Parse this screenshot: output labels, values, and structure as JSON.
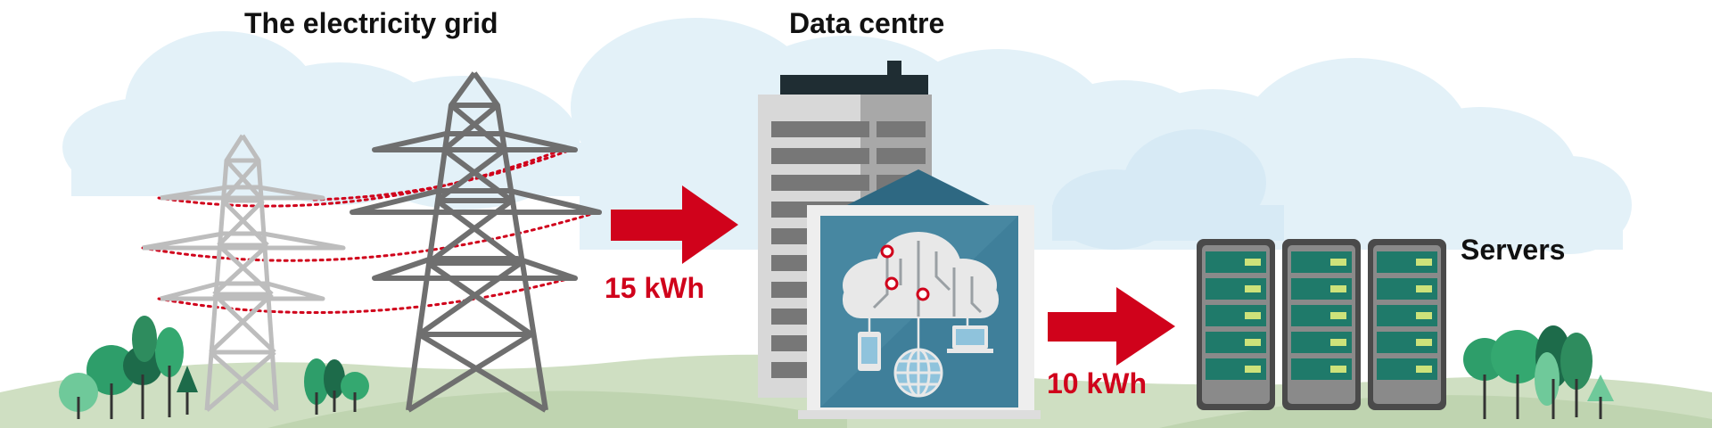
{
  "labels": {
    "grid": "The electricity grid",
    "datacentre": "Data centre",
    "servers": "Servers"
  },
  "flows": [
    {
      "value": "15 kWh"
    },
    {
      "value": "10 kWh"
    }
  ],
  "colors": {
    "arrow": "#d0021b",
    "text": "#111111",
    "cloud": "#e3f1f8",
    "cloud_dark": "#cfe5f2",
    "ground": "#cfdfc2",
    "pylon_light": "#bdbdbd",
    "pylon_dark": "#6f6f6f",
    "building": "#d8d8d8",
    "building_shade": "#a8a8a8",
    "datacentre_panel": "#3f7f9a",
    "server_body": "#4a4a4a",
    "server_unit": "#1f7a6a",
    "tree_green": "#2e9e6a"
  }
}
